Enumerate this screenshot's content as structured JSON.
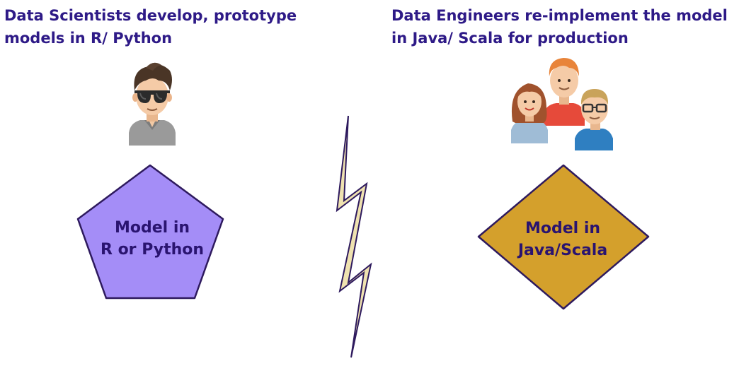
{
  "left": {
    "heading_line1": "Data Scientists develop, prototype",
    "heading_line2": "models in R/ Python",
    "icon": "data-scientist-sunglasses-avatar",
    "shape_label_line1": "Model in",
    "shape_label_line2": "R or Python",
    "shape": "pentagon",
    "shape_fill": "#a48df7",
    "shape_stroke": "#2e1a5e"
  },
  "right": {
    "heading_line1": "Data Engineers re-implement the model",
    "heading_line2": "in Java/ Scala for production",
    "icon": "data-engineers-team-avatars",
    "shape_label_line1": "Model in",
    "shape_label_line2": "Java/Scala",
    "shape": "diamond",
    "shape_fill": "#d4a02c",
    "shape_stroke": "#2e1a5e"
  },
  "divider": {
    "icon": "lightning-bolt-icon",
    "fill": "#efe2b0",
    "stroke": "#2e1a5e"
  },
  "colors": {
    "heading_text": "#2e1a87",
    "label_text": "#2a1470"
  }
}
